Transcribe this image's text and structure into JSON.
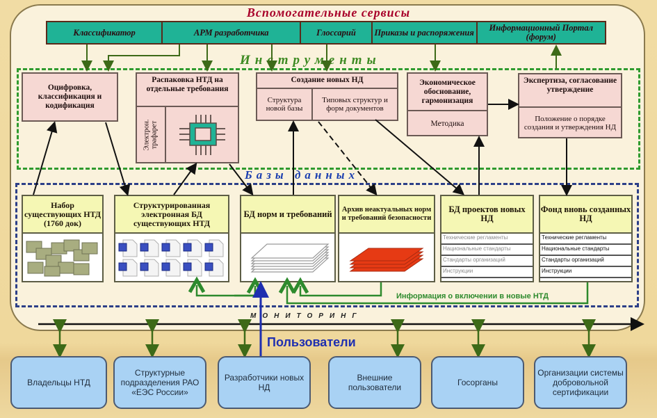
{
  "title": "Вспомогательные сервисы",
  "services": [
    {
      "label": "Классификатор"
    },
    {
      "label": "АРМ разработчика"
    },
    {
      "label": "Глоссарий"
    },
    {
      "label": "Приказы и распоряжения"
    },
    {
      "label": "Информационный Портал (форум)"
    }
  ],
  "tools_zone_label": "Инструменты",
  "tools": {
    "coding": {
      "title": "Оцифровка, классификация и кодификация"
    },
    "unpacking": {
      "title": "Распаковка НТД на отдельные требования",
      "side_label": "Электрон. трафарет",
      "icon": "chip-icon"
    },
    "new_nd": {
      "title": "Создание новых НД",
      "left": "Структура новой базы",
      "right": "Типовых структур и форм документов"
    },
    "economic": {
      "title": "Экономическое обоснование, гармонизация",
      "sub": "Методика"
    },
    "expertise": {
      "title": "Экспертиза, согласование утверждение",
      "sub": "Положение о порядке создания и утверждения НД"
    }
  },
  "db_zone_label": "Базы данных",
  "databases": [
    {
      "title": "Набор существующих НТД (1760 док)",
      "icon": "paper-stack-icon"
    },
    {
      "title": "Структурированная электронная БД существующих НТД",
      "icon": "document-grid-icon"
    },
    {
      "title": "БД норм и требований",
      "icon": "white-sheets-icon"
    },
    {
      "title": "Архив неактуальных норм и требований безопасности",
      "icon": "red-sheets-icon"
    },
    {
      "title": "БД проектов новых НД",
      "rows": [
        "Технические регламенты",
        "Национальные стандарты",
        "Стандарты организаций",
        "Инструкции"
      ]
    },
    {
      "title": "Фонд вновь созданных НД",
      "rows": [
        "Технические регламенты",
        "Национальные стандарты",
        "Стандарты организаций",
        "Инструкции"
      ]
    }
  ],
  "info_label": "Информация о включении в новые НТД",
  "monitoring_label": "МОНИТОРИНГ",
  "users_title": "Пользователи",
  "users": [
    {
      "label": "Владельцы НТД"
    },
    {
      "label": "Структурные подразделения РАО «ЕЭС России»"
    },
    {
      "label": "Разработчики новых НД"
    },
    {
      "label": "Внешние пользователи"
    },
    {
      "label": "Госорганы"
    },
    {
      "label": "Организации системы добровольной сертификации"
    }
  ],
  "colors": {
    "services_fill": "#1fb396",
    "services_title": "#a8002a",
    "tools_border": "#2f9b2f",
    "db_border": "#2c3f88",
    "tool_fill": "#f6d8d3",
    "db_header_fill": "#f5f7b4",
    "user_fill": "#a9d2f4",
    "users_accent": "#1f2fb0"
  }
}
